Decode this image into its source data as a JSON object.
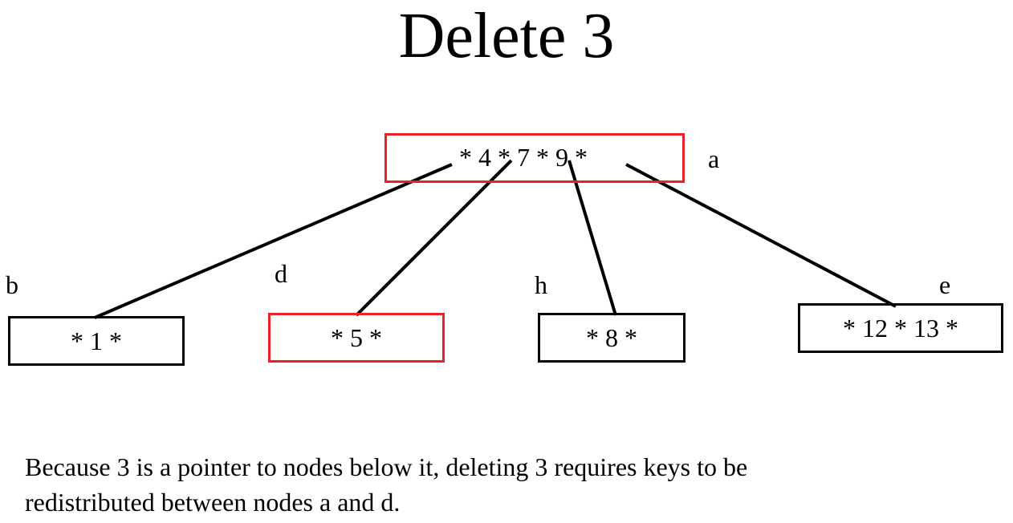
{
  "title": "Delete 3",
  "nodes": {
    "a": {
      "keys": "* 4 * 7 * 9 *",
      "label": "a",
      "highlighted": true
    },
    "b": {
      "keys": "* 1 *",
      "label": "b",
      "highlighted": false
    },
    "d": {
      "keys": "* 5 *",
      "label": "d",
      "highlighted": true
    },
    "h": {
      "keys": "* 8 *",
      "label": "h",
      "highlighted": false
    },
    "e": {
      "keys": "* 12 * 13 *",
      "label": "e",
      "highlighted": false
    }
  },
  "edges": [
    {
      "from": "a",
      "to": "b"
    },
    {
      "from": "a",
      "to": "d"
    },
    {
      "from": "a",
      "to": "h"
    },
    {
      "from": "a",
      "to": "e"
    }
  ],
  "caption": {
    "line1": "Because 3 is a pointer to nodes below it, deleting 3 requires keys to be",
    "line2": "redistributed between nodes a and d."
  },
  "colors": {
    "highlight": "#e8202a",
    "default": "#000000"
  }
}
